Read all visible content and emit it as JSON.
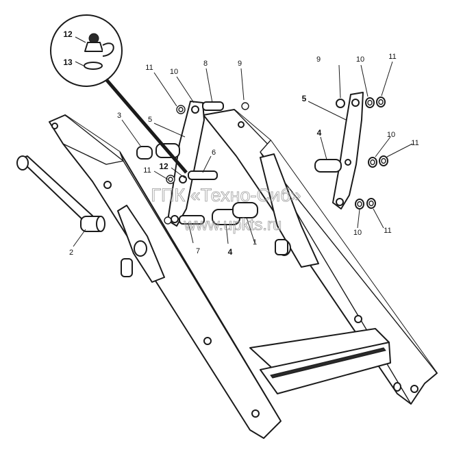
{
  "callouts": {
    "c1": "1",
    "c2": "2",
    "c3": "3",
    "c4a": "4",
    "c4b": "4",
    "c5a": "5",
    "c5b": "5",
    "c6": "6",
    "c7": "7",
    "c8": "8",
    "c9a": "9",
    "c9b": "9",
    "c10a": "10",
    "c10b": "10",
    "c10c": "10",
    "c10d": "10",
    "c11a": "11",
    "c11b": "11",
    "c11c": "11",
    "c11d": "11",
    "c11e": "11",
    "c12a": "12",
    "c12b": "12",
    "c13": "13"
  },
  "watermark": {
    "line1": "ГПК «Техно-Сиб»",
    "line2": "www.upkts.ru"
  },
  "colors": {
    "ink": "#1a1a1a",
    "paper": "#ffffff",
    "watermark": "#9a9a9a"
  }
}
